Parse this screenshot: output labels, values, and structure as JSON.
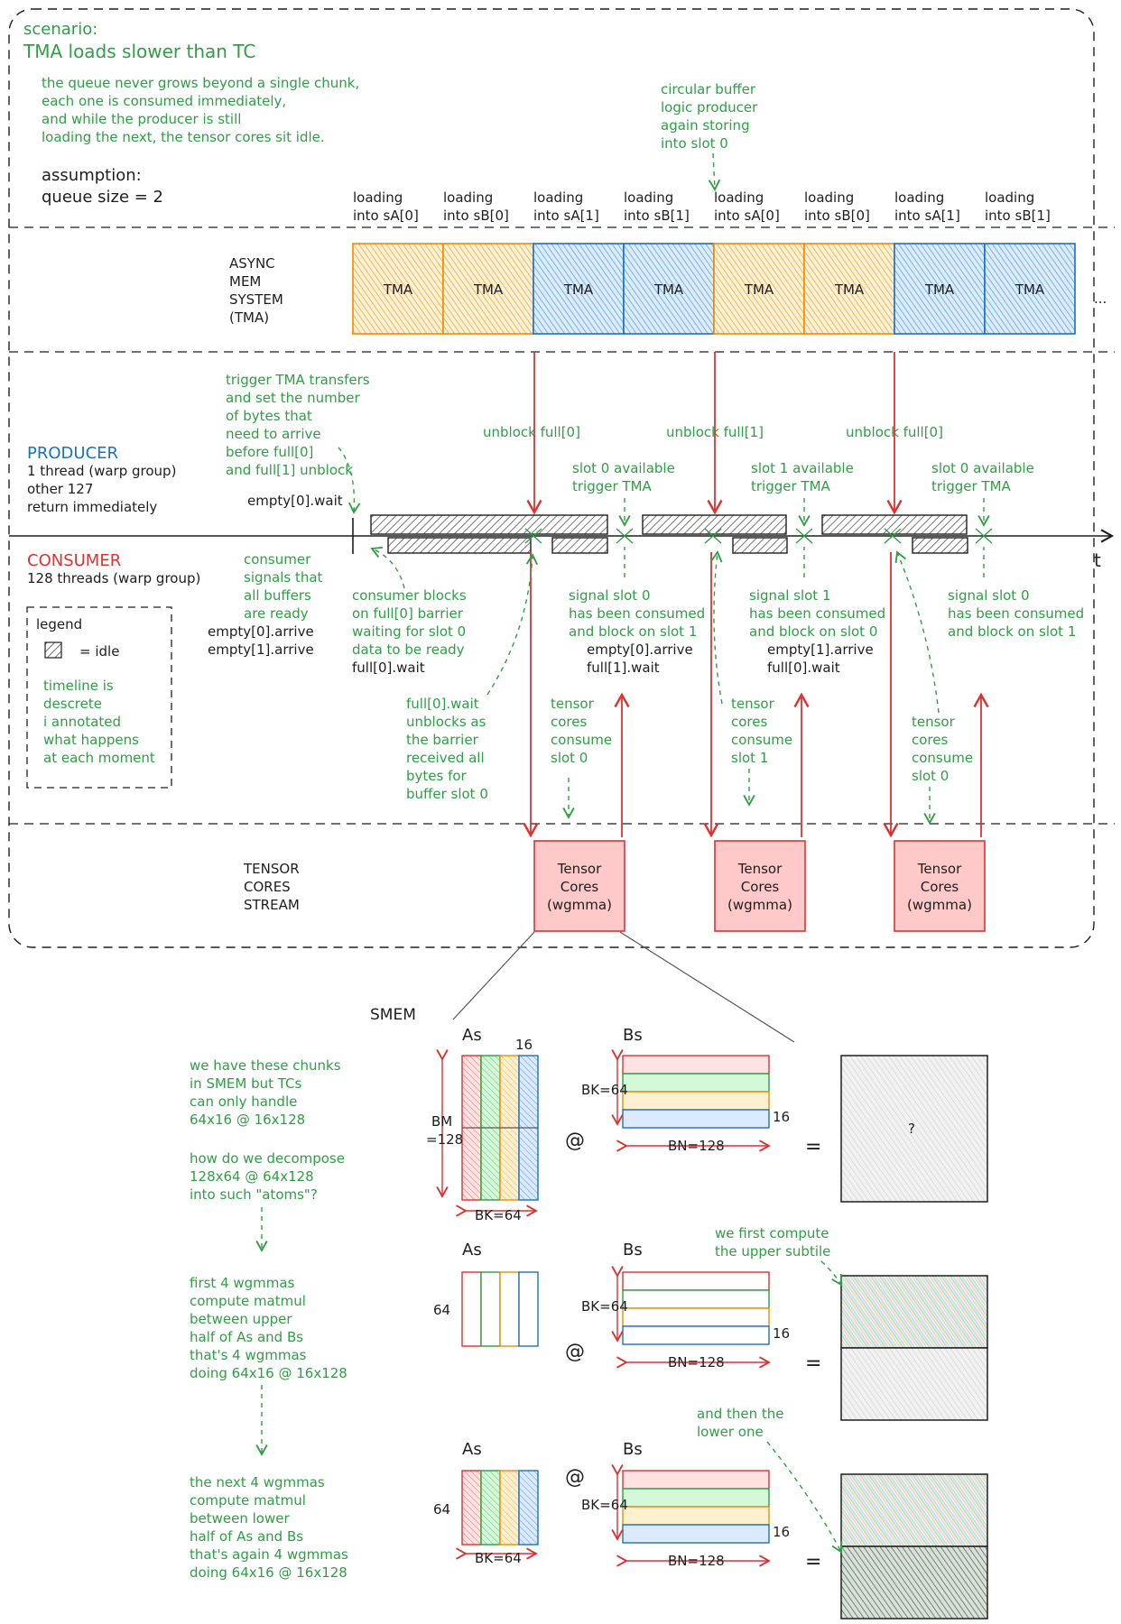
{
  "scenario": {
    "label": "scenario:",
    "title": "TMA loads slower than TC",
    "description": [
      "the queue never grows beyond a single chunk,",
      "each one is consumed immediately,",
      "and while the producer is still",
      "loading the next, the tensor cores sit idle."
    ],
    "assumption_label": "assumption:",
    "assumption_value": "queue size = 2"
  },
  "circular_note": [
    "circular buffer",
    "logic producer",
    "again storing",
    "into slot 0"
  ],
  "loads": [
    [
      "loading",
      "into sA[0]"
    ],
    [
      "loading",
      "into sB[0]"
    ],
    [
      "loading",
      "into sA[1]"
    ],
    [
      "loading",
      "into sB[1]"
    ],
    [
      "loading",
      "into sA[0]"
    ],
    [
      "loading",
      "into sB[0]"
    ],
    [
      "loading",
      "into sA[1]"
    ],
    [
      "loading",
      "into sB[1]"
    ]
  ],
  "async_label": [
    "ASYNC",
    "MEM",
    "SYSTEM",
    "(TMA)"
  ],
  "tma_label": "TMA",
  "ellipsis": "...",
  "colors": {
    "orange": "#f08c00",
    "orange_fill": "#ffd88f",
    "blue": "#1971c2",
    "blue_fill": "#a5d8ff",
    "red": "#e03131",
    "red_fill": "#ffc9c9",
    "green": "#2f9e44"
  },
  "producer": {
    "title": "PRODUCER",
    "lines": [
      "1 thread (warp group)",
      "other 127",
      "return immediately"
    ],
    "trigger_note": [
      "trigger TMA transfers",
      "and set the number",
      "of bytes that",
      "need to arrive",
      "before full[0]",
      "and full[1] unblock"
    ],
    "empty_wait": "empty[0].wait"
  },
  "unblocks": [
    "unblock full[0]",
    "unblock full[1]",
    "unblock full[0]"
  ],
  "slot_available": [
    [
      "slot 0 available",
      "trigger TMA"
    ],
    [
      "slot 1 available",
      "trigger TMA"
    ],
    [
      "slot 0 available",
      "trigger TMA"
    ]
  ],
  "t_label": "t",
  "consumer": {
    "title": "CONSUMER",
    "line": "128 threads (warp group)",
    "signals_note": [
      "consumer",
      "signals that",
      "all buffers",
      "are ready"
    ],
    "arrive_lines": [
      "empty[0].arrive",
      "empty[1].arrive"
    ],
    "blocks_note": [
      "consumer blocks",
      "on full[0] barrier",
      "waiting for slot 0",
      "data to be ready"
    ],
    "blocks_code": "full[0].wait",
    "unblocks_note": [
      "full[0].wait",
      "unblocks as",
      "the barrier",
      "received all",
      "bytes for",
      "buffer slot 0"
    ]
  },
  "signals": [
    {
      "text": [
        "signal slot 0",
        "has been consumed",
        "and block on slot 1"
      ],
      "code": [
        "empty[0].arrive",
        "full[1].wait"
      ]
    },
    {
      "text": [
        "signal slot 1",
        "has been consumed",
        "and block on slot 0"
      ],
      "code": [
        "empty[1].arrive",
        "full[0].wait"
      ]
    },
    {
      "text": [
        "signal slot 0",
        "has been consumed",
        "and block on slot 1"
      ],
      "code": []
    }
  ],
  "consume_notes": [
    [
      "tensor",
      "cores",
      "consume",
      "slot 0"
    ],
    [
      "tensor",
      "cores",
      "consume",
      "slot 1"
    ],
    [
      "tensor",
      "cores",
      "consume",
      "slot 0"
    ]
  ],
  "legend": {
    "title": "legend",
    "idle": "= idle",
    "note": [
      "timeline is",
      "descrete",
      "i annotated",
      "what happens",
      "at each moment"
    ]
  },
  "tc_label": [
    "TENSOR",
    "CORES",
    "STREAM"
  ],
  "tc_box": [
    "Tensor",
    "Cores",
    "(wgmma)"
  ],
  "smem": {
    "label": "SMEM",
    "note1": [
      "we have these chunks",
      "in SMEM but TCs",
      "can only handle",
      "64x16 @ 16x128"
    ],
    "note2": [
      "how do we decompose",
      "128x64 @ 64x128",
      "into such \"atoms\"?"
    ],
    "note3": [
      "first 4 wgmmas",
      "compute matmul",
      "between upper",
      "half of As and Bs",
      "that's 4 wgmmas",
      "doing 64x16 @ 16x128"
    ],
    "note4": [
      "the next 4 wgmmas",
      "compute matmul",
      "between lower",
      "half of As and Bs",
      "that's again 4 wgmmas",
      "doing 64x16 @ 16x128"
    ],
    "as": "As",
    "bs": "Bs",
    "at": "@",
    "eq": "=",
    "q": "?",
    "n16": "16",
    "bm": "BM",
    "bm_val": "=128",
    "bk64": "BK=64",
    "bn128": "BN=128",
    "n64": "64",
    "upper_note": [
      "we first compute",
      "the upper subtile"
    ],
    "lower_note": [
      "and then the",
      "lower one"
    ]
  }
}
